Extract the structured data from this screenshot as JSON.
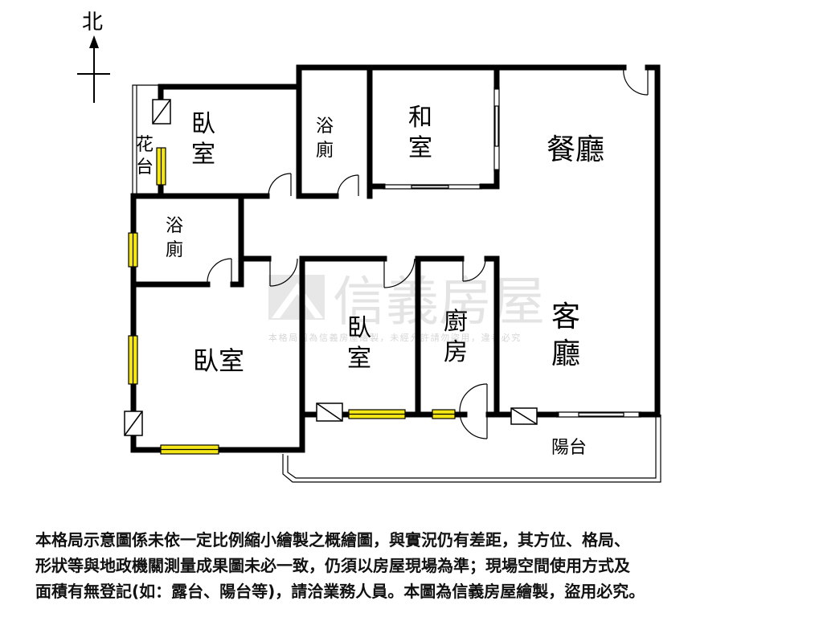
{
  "compass": {
    "label": "北"
  },
  "rooms": {
    "flower_terrace": [
      "花",
      "台"
    ],
    "bedroom_nw": [
      "臥",
      "室"
    ],
    "bath_north": [
      "浴",
      "廁"
    ],
    "japanese_room": [
      "和",
      "室"
    ],
    "dining_room": "餐廳",
    "bath_west": [
      "浴",
      "廁"
    ],
    "bedroom_sw": "臥室",
    "bedroom_middle": [
      "臥",
      "室"
    ],
    "kitchen": [
      "廚",
      "房"
    ],
    "living_room": [
      "客",
      "廳"
    ],
    "balcony": "陽台"
  },
  "watermark": {
    "brand": "信義房屋",
    "notice": "本格局圖為信義房屋繪製，未經允許請勿盜用，違者必究"
  },
  "disclaimer": {
    "lines": [
      "本格局示意圖係未依一定比例縮小繪製之概繪圖，與實況仍有差距，其方位、格局、",
      "形狀等與地政機關測量成果圖未必一致，仍須以房屋現場為準；現場空間使用方式及",
      "面積有無登記(如：露台、陽台等)，請洽業務人員。本圖為信義房屋繪製，盜用必究。"
    ]
  },
  "colors": {
    "wall": "#000000",
    "window": "#f5e616",
    "watermark": "#c8c8c8",
    "text": "#111111"
  }
}
